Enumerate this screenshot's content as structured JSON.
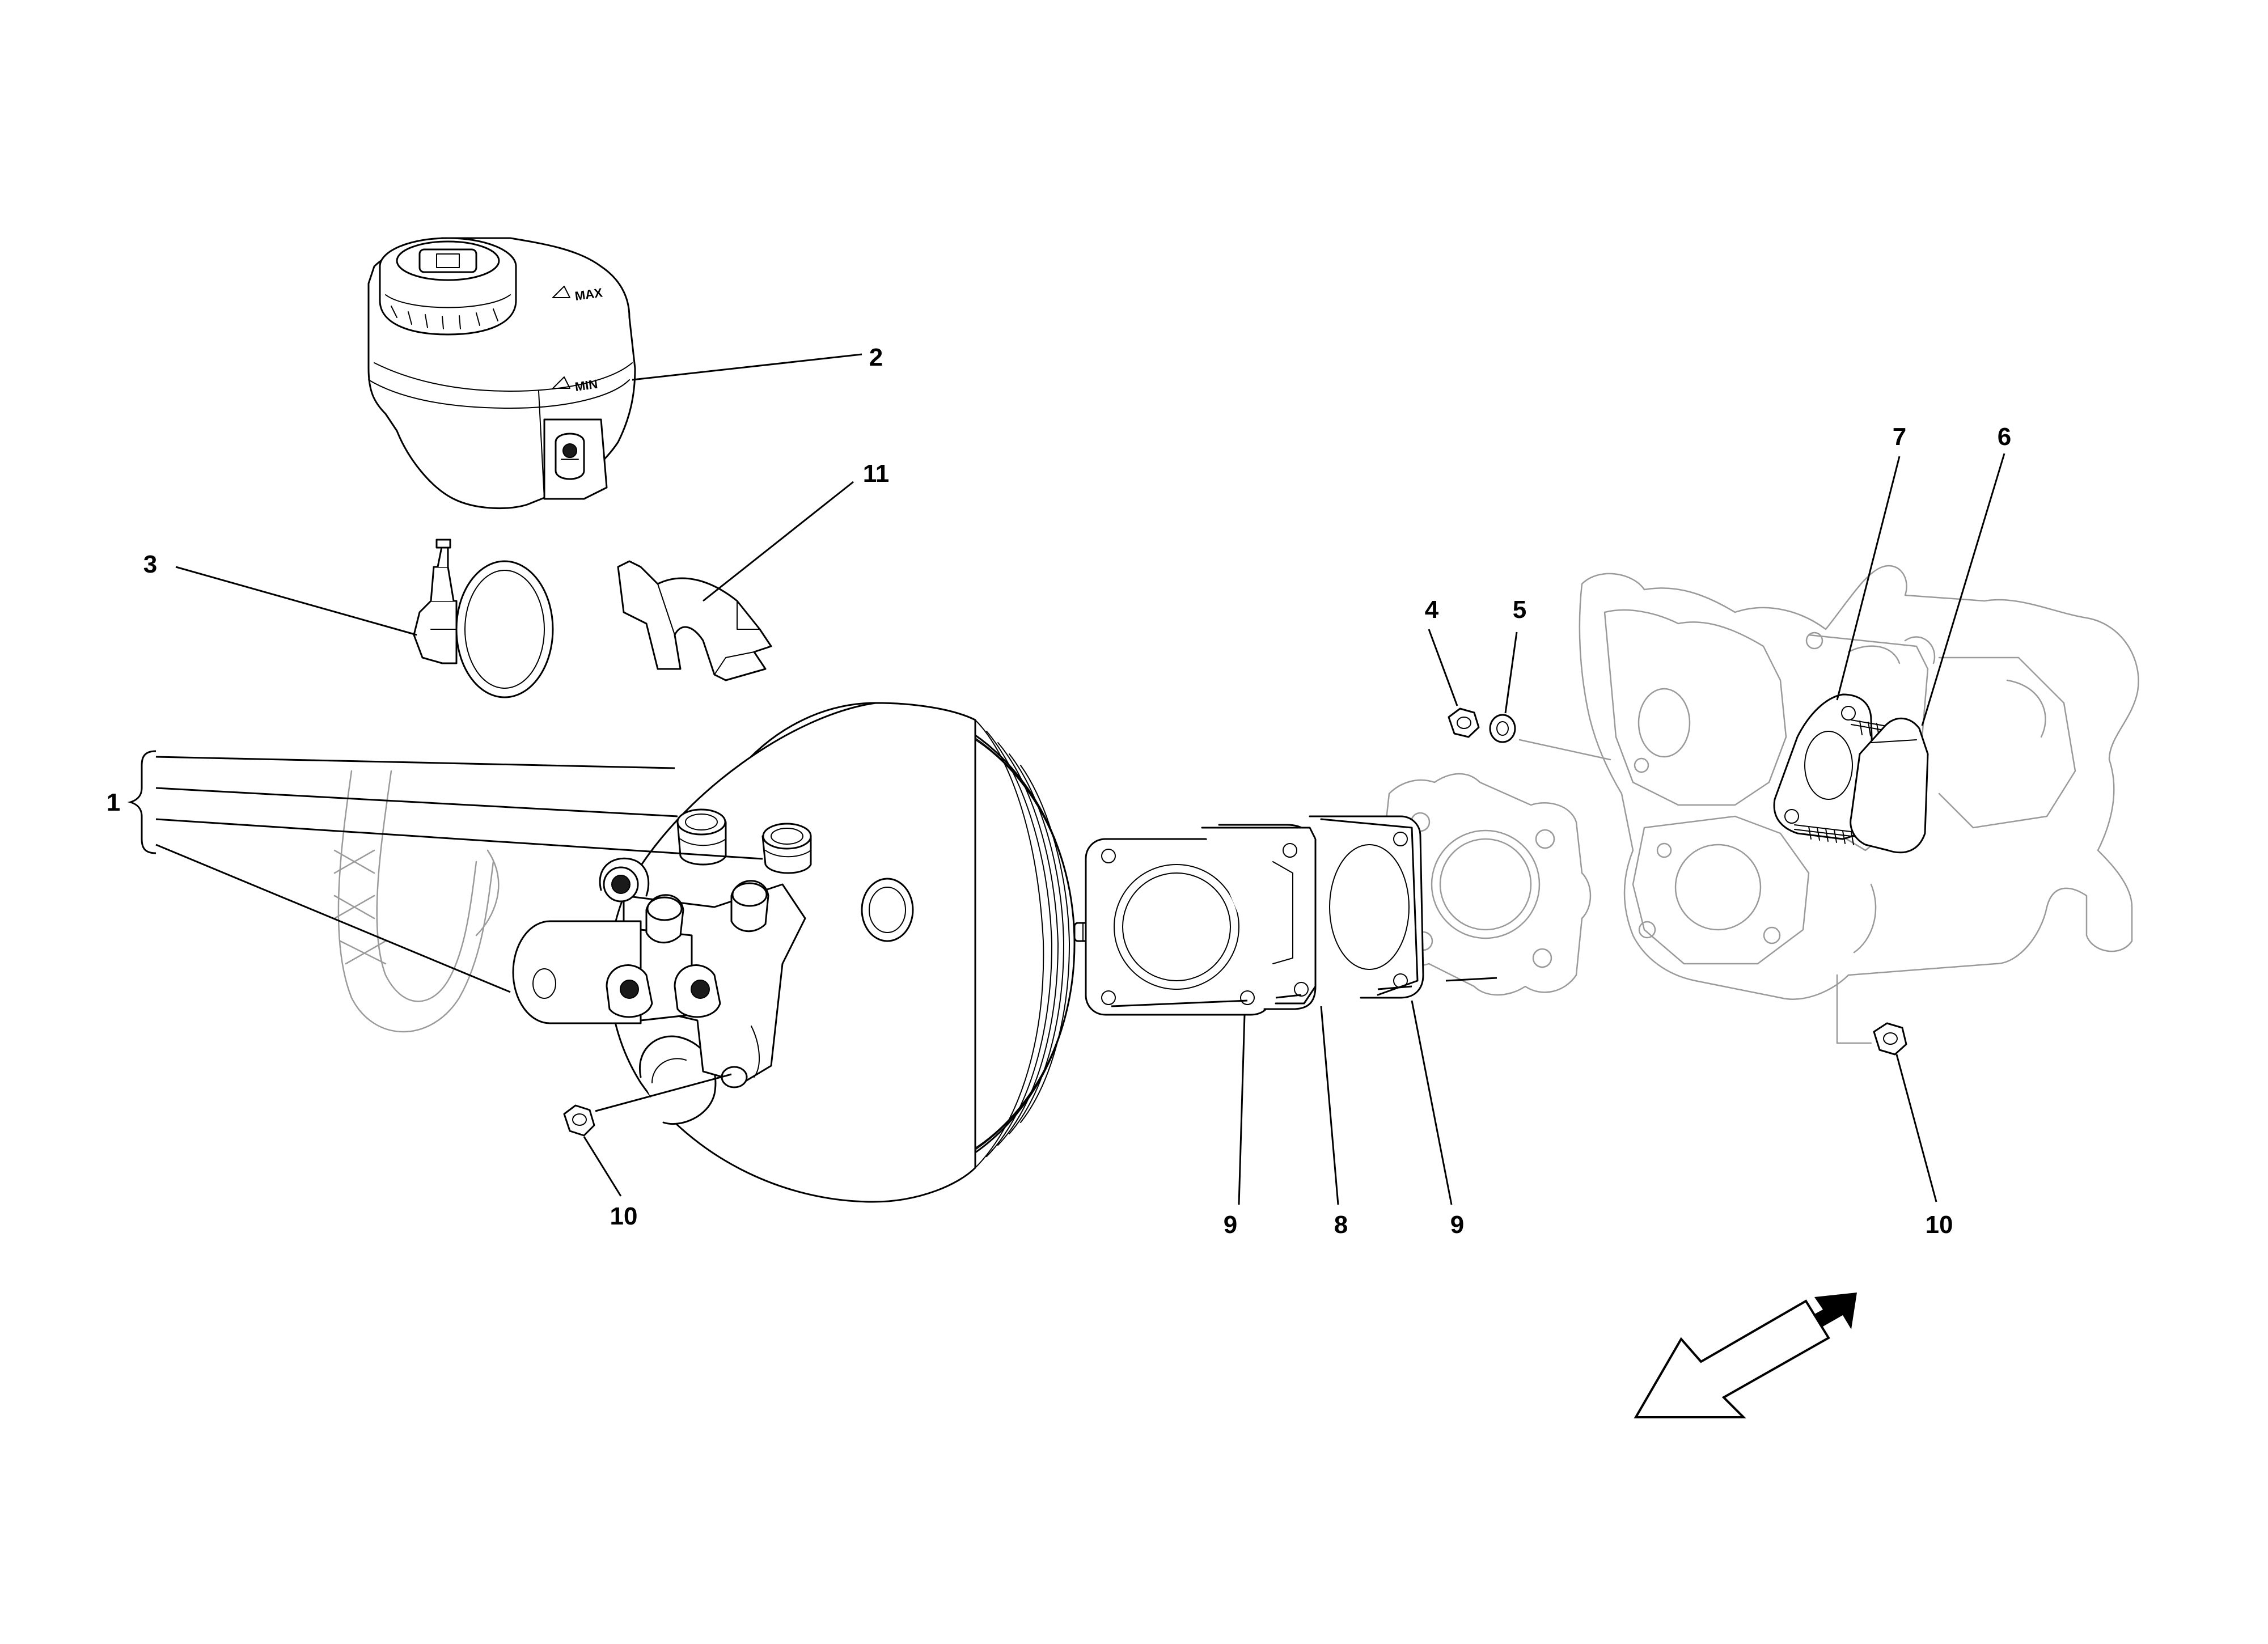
{
  "diagram": {
    "callouts": [
      {
        "id": "c1",
        "label": "1"
      },
      {
        "id": "c2",
        "label": "2"
      },
      {
        "id": "c3",
        "label": "3"
      },
      {
        "id": "c4",
        "label": "4"
      },
      {
        "id": "c5",
        "label": "5"
      },
      {
        "id": "c6",
        "label": "6"
      },
      {
        "id": "c7",
        "label": "7"
      },
      {
        "id": "c8",
        "label": "8"
      },
      {
        "id": "c9a",
        "label": "9"
      },
      {
        "id": "c9b",
        "label": "9"
      },
      {
        "id": "c10a",
        "label": "10"
      },
      {
        "id": "c10b",
        "label": "10"
      },
      {
        "id": "c11",
        "label": "11"
      }
    ],
    "reservoir_markings": {
      "max": "MAX",
      "min": "MIN"
    },
    "icons": [
      "direction-arrow-icon"
    ]
  }
}
